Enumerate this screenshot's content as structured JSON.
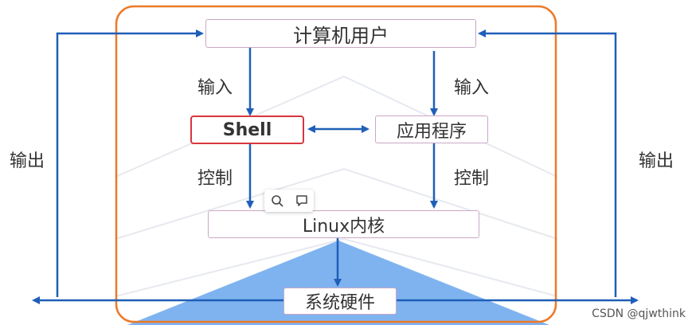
{
  "nodes": {
    "computer_user": "计算机用户",
    "shell": "Shell",
    "application": "应用程序",
    "linux_kernel": "Linux内核",
    "hardware": "系统硬件"
  },
  "labels": {
    "input_left": "输入",
    "input_right": "输入",
    "control_left": "控制",
    "control_right": "控制",
    "output_left": "输出",
    "output_right": "输出"
  },
  "watermark": "CSDN @qjwthink",
  "toolbar": {
    "icons": [
      "search-icon",
      "comment-icon"
    ]
  },
  "colors": {
    "arrow": "#1f5fb8",
    "frame": "#ec7a28",
    "shell_border": "#d9363e",
    "hardware_fill": "#7fb3f0"
  }
}
